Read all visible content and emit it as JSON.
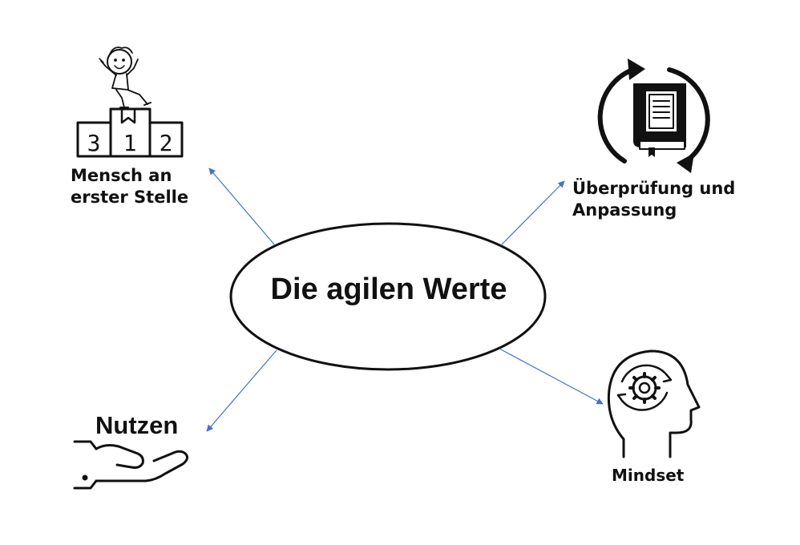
{
  "diagram": {
    "center": {
      "title": "Die agilen Werte"
    },
    "nodes": {
      "mensch": {
        "line1": "Mensch an",
        "line2": "erster Stelle",
        "icon": "podium-child-icon"
      },
      "ueberpruefung": {
        "line1": "Überprüfung und",
        "line2": "Anpassung",
        "icon": "book-cycle-icon"
      },
      "nutzen": {
        "label": "Nutzen",
        "icon": "open-hand-icon"
      },
      "mindset": {
        "label": "Mindset",
        "icon": "head-gear-icon"
      }
    },
    "colors": {
      "arrow": "#4472C4",
      "stroke": "#111111",
      "background": "#ffffff"
    },
    "podium_numbers": [
      "3",
      "1",
      "2"
    ]
  }
}
